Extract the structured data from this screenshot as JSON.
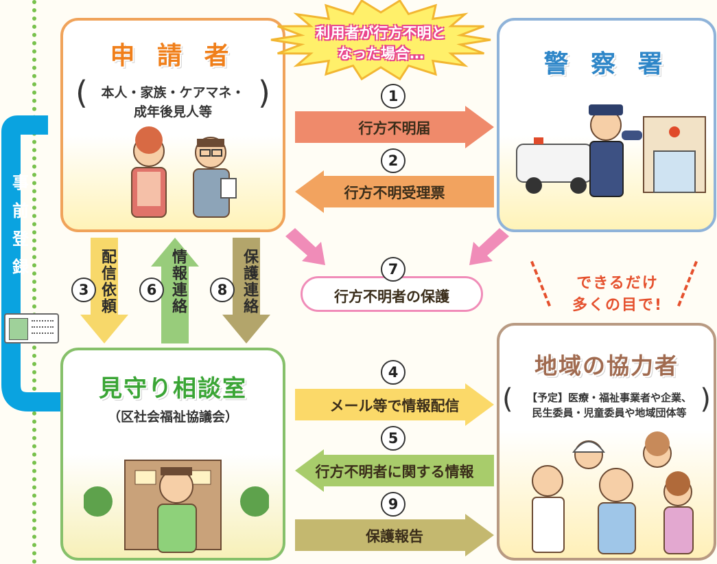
{
  "applicant": {
    "title": "申 請 者",
    "detail_line1": "本人・家族・ケアマネ・",
    "detail_line2": "成年後見人等"
  },
  "police": {
    "title": "警 察 署"
  },
  "consultation": {
    "title": "見守り相談室",
    "subtitle": "（区社会福祉協議会）"
  },
  "community": {
    "title": "地域の協力者",
    "detail_line1": "【予定】医療・福祉事業者や企業、",
    "detail_line2": "民生委員・児童委員や地域団体等"
  },
  "burst": {
    "line1": "利用者が行方不明と",
    "line2": "なった場合…"
  },
  "pre_registration": {
    "chars": [
      "事",
      "前",
      "登",
      "録"
    ]
  },
  "slogan": {
    "line1": "できるだけ",
    "line2": "多くの目で!"
  },
  "steps": {
    "s1": {
      "num": "1",
      "label": "行方不明届"
    },
    "s2": {
      "num": "2",
      "label": "行方不明受理票"
    },
    "s3": {
      "num": "3",
      "label": "配信依頼"
    },
    "s4": {
      "num": "4",
      "label": "メール等で情報配信"
    },
    "s5": {
      "num": "5",
      "label": "行方不明者に関する情報"
    },
    "s6": {
      "num": "6",
      "label": "情報連絡"
    },
    "s7": {
      "num": "7",
      "label": "行方不明者の保護"
    },
    "s8": {
      "num": "8",
      "label": "保護連絡"
    },
    "s9": {
      "num": "9",
      "label": "保護報告"
    }
  },
  "colors": {
    "applicant_border": "#f0a35a",
    "applicant_title": "#f07f1a",
    "police_border": "#8fb3d9",
    "police_title": "#2e86c8",
    "consult_border": "#86c06a",
    "consult_title": "#3aa535",
    "community_border": "#b89a82",
    "community_title": "#a06a4f",
    "arrow1": "#ef8a6b",
    "arrow2": "#f2a35f",
    "arrow3": "#f7d86a",
    "arrow4": "#fbd969",
    "arrow5": "#a8cc6b",
    "arrow6": "#98cc7b",
    "arrow8": "#b3a56b",
    "arrow9": "#c4b86f",
    "pink": "#f08cb8",
    "blue": "#0aa3e0",
    "burst": "#fff06a",
    "burst_text": "#e8418e",
    "slogan": "#e5502d"
  }
}
